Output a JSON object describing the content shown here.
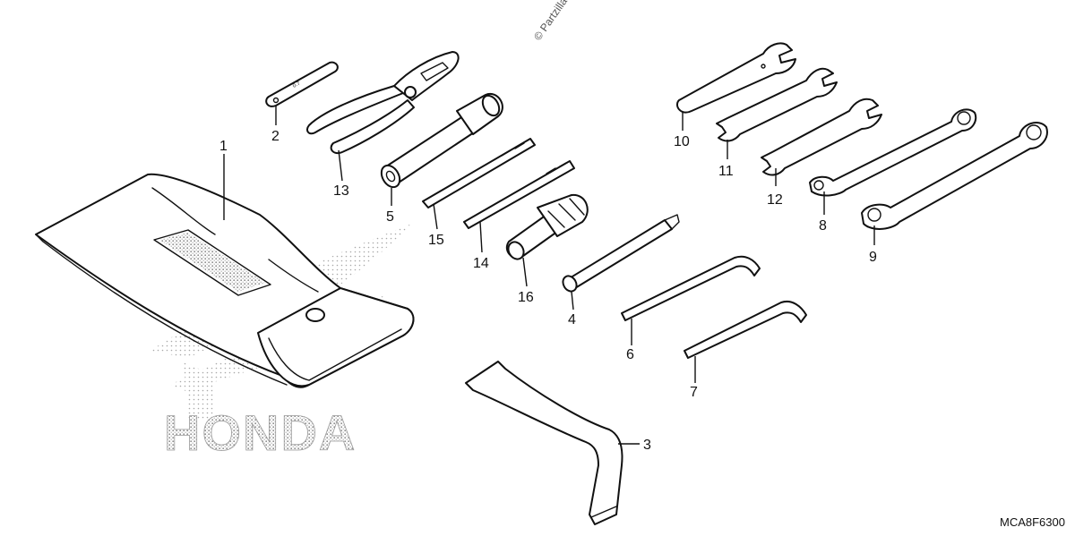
{
  "watermark": "© Partzilla",
  "diagram_code": "MCA8F6300",
  "logo_text": "HONDA",
  "colors": {
    "line": "#111111",
    "background": "#ffffff",
    "logo_gray": "#9a9a9a"
  },
  "callouts": {
    "1": "1",
    "2": "2",
    "3": "3",
    "4": "4",
    "5": "5",
    "6": "6",
    "7": "7",
    "8": "8",
    "9": "9",
    "10": "10",
    "11": "11",
    "12": "12",
    "13": "13",
    "14": "14",
    "15": "15",
    "16": "16"
  }
}
